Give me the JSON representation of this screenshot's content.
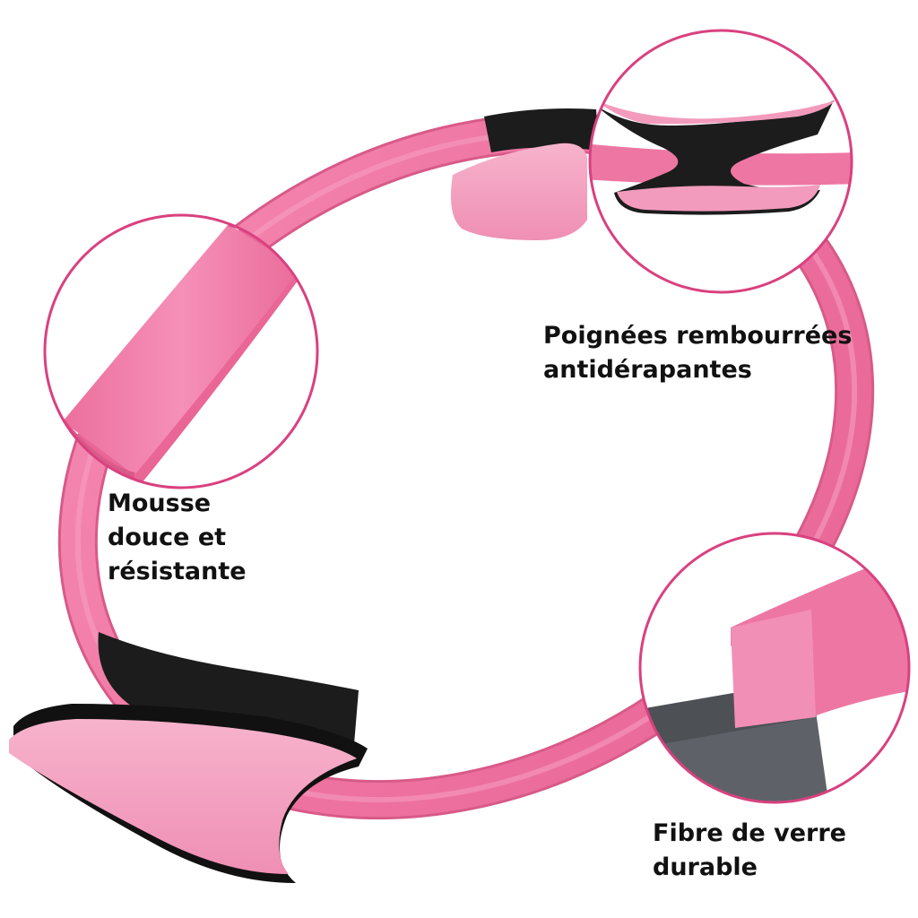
{
  "labels": {
    "handles": [
      "Poignées rembourrées",
      "antidérapantes"
    ],
    "foam": [
      "Mousse",
      "douce et",
      "résistante"
    ],
    "fiber": [
      "Fibre de verre",
      "durable"
    ]
  },
  "colors": {
    "ring_pink": "#f07aa5",
    "pad_pink": "#f39bbd",
    "pad_pink_light": "#f7b3cc",
    "handle_black": "#1c1c1c",
    "circle_outline": "#d9417f",
    "fiberglass_gray": "#5e6268",
    "text": "#111111"
  }
}
